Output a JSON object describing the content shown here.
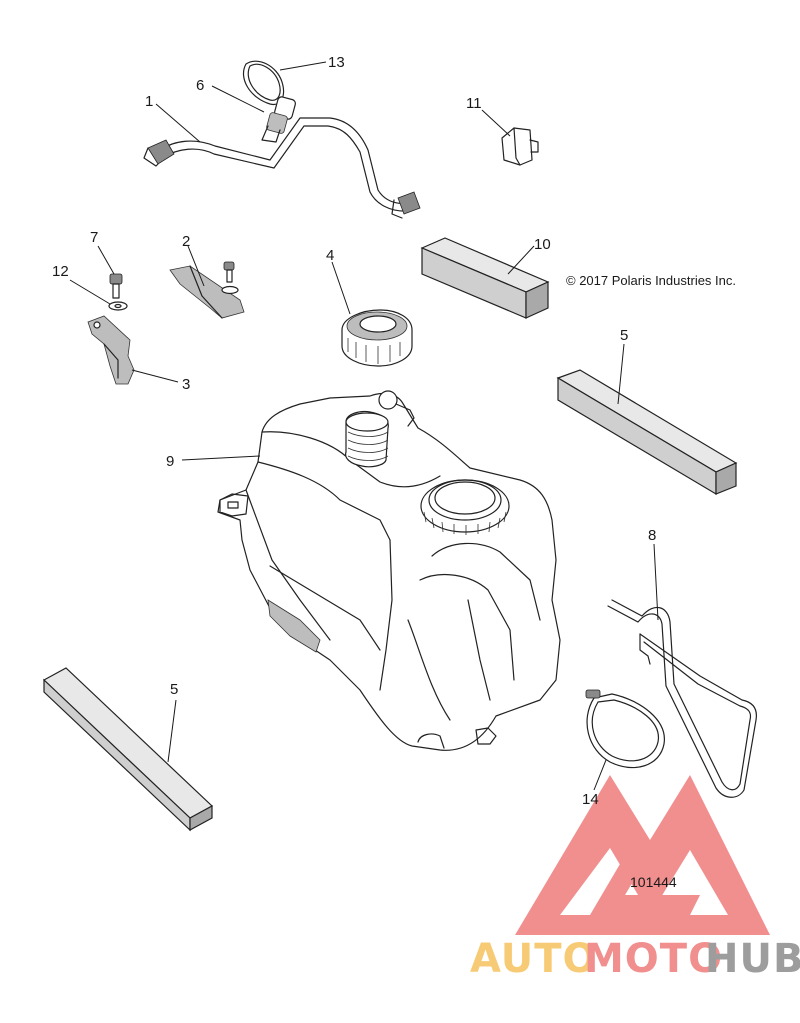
{
  "copyright": "© 2017 Polaris Industries Inc.",
  "figure_number": "101444",
  "watermark": {
    "part1": "AUTO",
    "part2": "MOTO",
    "part3": "HUB",
    "colors": {
      "auto": "#f6c35d",
      "moto": "#ef7b7b",
      "hub": "#8c8c8c",
      "mark": "#ef7b7b"
    }
  },
  "callouts": [
    {
      "id": "c1",
      "label": "1"
    },
    {
      "id": "c2",
      "label": "2"
    },
    {
      "id": "c3",
      "label": "3"
    },
    {
      "id": "c4",
      "label": "4"
    },
    {
      "id": "c5a",
      "label": "5"
    },
    {
      "id": "c5b",
      "label": "5"
    },
    {
      "id": "c6",
      "label": "6"
    },
    {
      "id": "c7",
      "label": "7"
    },
    {
      "id": "c8",
      "label": "8"
    },
    {
      "id": "c9",
      "label": "9"
    },
    {
      "id": "c10",
      "label": "10"
    },
    {
      "id": "c11",
      "label": "11"
    },
    {
      "id": "c12",
      "label": "12"
    },
    {
      "id": "c13",
      "label": "13"
    },
    {
      "id": "c14",
      "label": "14"
    }
  ]
}
